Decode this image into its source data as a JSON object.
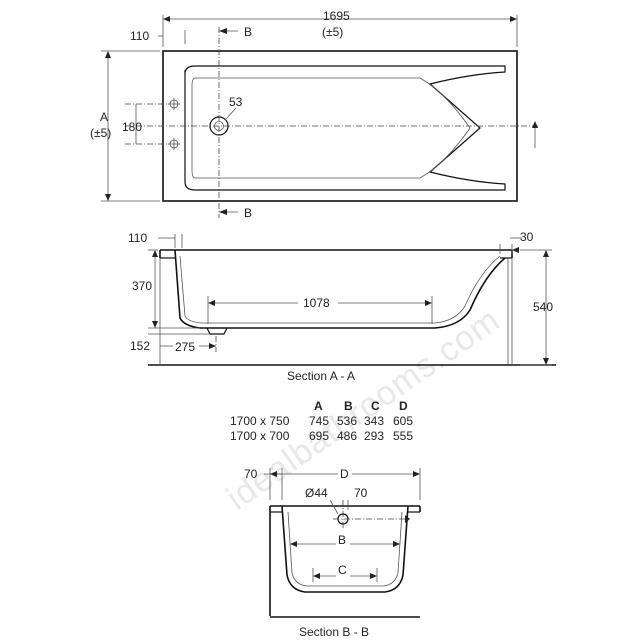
{
  "watermark": "idealbathrooms.com",
  "plan": {
    "length": "1695",
    "length_tol": "(±5)",
    "offset": "110",
    "section_marker": "B",
    "width_label": "A",
    "width_tol": "(±5)",
    "tap_spacing": "180",
    "waste_dia": "53"
  },
  "section_aa": {
    "rim_offset": "110",
    "rim_thickness": "30",
    "depth": "370",
    "base_length": "1078",
    "height": "540",
    "base_height": "152",
    "waste_offset": "275",
    "title": "Section A - A"
  },
  "table": {
    "headers": [
      "",
      "A",
      "B",
      "C",
      "D"
    ],
    "rows": [
      [
        "1700 x 750",
        "745",
        "536",
        "343",
        "605"
      ],
      [
        "1700 x 700",
        "695",
        "486",
        "293",
        "555"
      ]
    ]
  },
  "section_bb": {
    "rim_offset": "70",
    "width_label": "D",
    "waste_dia": "Ø44",
    "waste_offset": "70",
    "inner_label": "B",
    "base_label": "C",
    "title": "Section B - B"
  }
}
